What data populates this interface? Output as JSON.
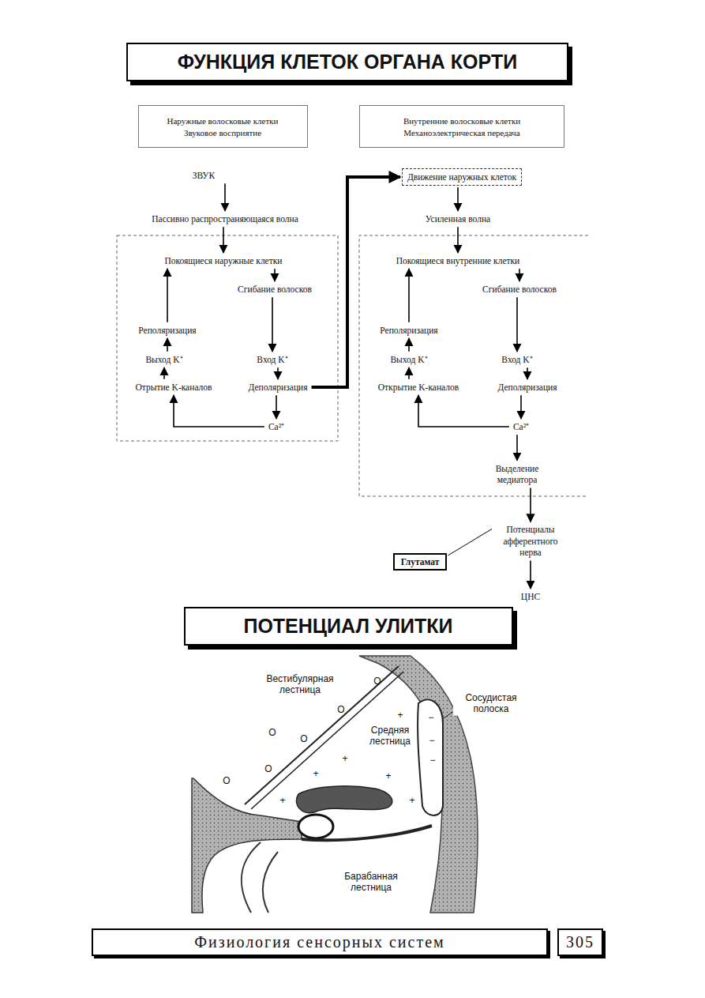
{
  "diagram": {
    "title": "ФУНКЦИЯ КЛЕТОК ОРГАНА КОРТИ",
    "nodes": [
      {
        "text": [
          "Наружные волосковые клетки",
          "Звуковое восприятие"
        ]
      },
      {
        "text": [
          "Внутренние волосковые клетки",
          "Механоэлектрическая передача"
        ]
      },
      {
        "text": [
          "ЗВУК"
        ]
      },
      {
        "text": [
          "Пассивно распространяющаяся волна"
        ]
      },
      {
        "text": [
          "Покоящиеся наружные клетки"
        ]
      },
      {
        "text": [
          "Сгибание волосков"
        ]
      },
      {
        "text": [
          "Реполяризация"
        ]
      },
      {
        "text": [
          "Выход K⁺"
        ]
      },
      {
        "text": [
          "Вход K⁺"
        ]
      },
      {
        "text": [
          "Отрытие K-каналов"
        ]
      },
      {
        "text": [
          "Деполяризация"
        ]
      },
      {
        "text": [
          "Ca²⁺"
        ]
      },
      {
        "text": [
          "Движение наружных клеток"
        ]
      },
      {
        "text": [
          "Усиленная волна"
        ]
      },
      {
        "text": [
          "Покоящиеся внутренние клетки"
        ]
      },
      {
        "text": [
          "Сгибание волосков"
        ]
      },
      {
        "text": [
          "Реполяризация"
        ]
      },
      {
        "text": [
          "Выход K⁺"
        ]
      },
      {
        "text": [
          "Вход K⁺"
        ]
      },
      {
        "text": [
          "Открытие K-каналов"
        ]
      },
      {
        "text": [
          "Деполяризация"
        ]
      },
      {
        "text": [
          "Ca²⁺"
        ]
      },
      {
        "text": [
          "Выделение медиатора"
        ]
      },
      {
        "text": [
          "Потенциалы афферентного нерва"
        ]
      },
      {
        "text": [
          "Глутамат"
        ]
      },
      {
        "text": [
          "ЦНС"
        ]
      },
      {
        "text": [
          "ПОТЕНЦИАЛ УЛИТКИ"
        ]
      },
      {
        "text": [
          "Физиология сенсорных систем"
        ]
      },
      {
        "text": [
          "305"
        ]
      }
    ],
    "edges": [
      {
        "from": 2,
        "to": 3,
        "arrow": "to"
      },
      {
        "from": 3,
        "to": 4,
        "arrow": "to"
      },
      {
        "from": 4,
        "to": 5,
        "arrow": "to"
      },
      {
        "from": 5,
        "to": 8,
        "arrow": "to"
      },
      {
        "from": 8,
        "to": 10,
        "arrow": "to"
      },
      {
        "from": 10,
        "to": 11,
        "arrow": "to"
      },
      {
        "from": 11,
        "to": 9,
        "arrow": "to"
      },
      {
        "from": 9,
        "to": 7,
        "arrow": "to"
      },
      {
        "from": 7,
        "to": 6,
        "arrow": "to"
      },
      {
        "from": 6,
        "to": 4,
        "arrow": "to"
      },
      {
        "from": 10,
        "to": 12,
        "arrow": "to"
      },
      {
        "from": 12,
        "to": 13,
        "arrow": "to"
      },
      {
        "from": 13,
        "to": 14,
        "arrow": "to"
      },
      {
        "from": 14,
        "to": 15,
        "arrow": "to"
      },
      {
        "from": 15,
        "to": 18,
        "arrow": "to"
      },
      {
        "from": 18,
        "to": 20,
        "arrow": "to"
      },
      {
        "from": 20,
        "to": 21,
        "arrow": "to"
      },
      {
        "from": 21,
        "to": 19,
        "arrow": "to"
      },
      {
        "from": 19,
        "to": 17,
        "arrow": "to"
      },
      {
        "from": 17,
        "to": 16,
        "arrow": "to"
      },
      {
        "from": 16,
        "to": 14,
        "arrow": "to"
      },
      {
        "from": 21,
        "to": 22,
        "arrow": "to"
      },
      {
        "from": 22,
        "to": 23,
        "arrow": "to"
      },
      {
        "from": 23,
        "to": 25,
        "arrow": "to"
      },
      {
        "from": 24,
        "to": 23,
        "arrow": "none"
      }
    ],
    "labels": [
      "Вестибулярная лестница",
      "Средняя лестница",
      "Сосудистая полоска",
      "Барабанная лестница",
      "O",
      "O",
      "O",
      "O",
      "O",
      "O",
      "+",
      "+",
      "+",
      "+",
      "+",
      "+",
      "−",
      "−",
      "−"
    ]
  }
}
